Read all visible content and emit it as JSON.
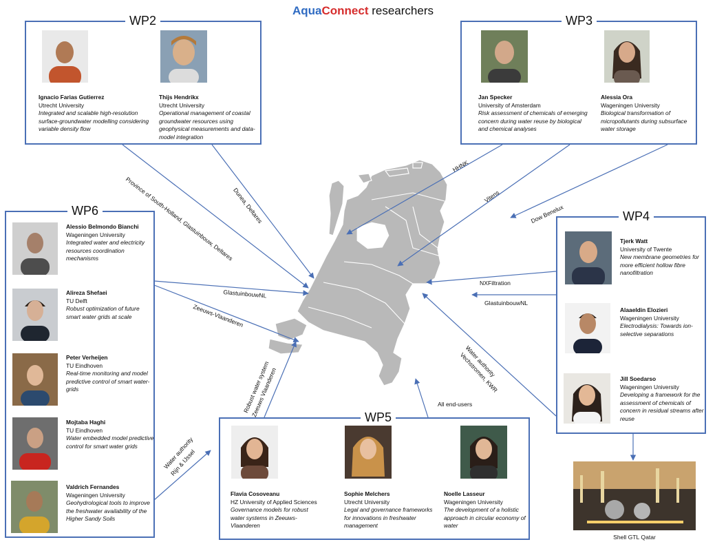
{
  "title": {
    "part1": "Aqua",
    "part2": "Connect",
    "part3": " researchers"
  },
  "colors": {
    "box_border": "#4a6fb5",
    "arrow": "#4a6fb5",
    "map": "#b9b9b9",
    "aqua": "#2f6bc2",
    "connect": "#d62d2d"
  },
  "wp2": {
    "label": "WP2",
    "people": [
      {
        "name": "Ignacio Farias Gutierrez",
        "org": "Utrecht University",
        "research": "Integrated and scalable high-resolution surface-groundwater modelling considering variable density flow"
      },
      {
        "name": "Thijs Hendrikx",
        "org": "Utrecht University",
        "research": "Operational management of coastal groundwater resources using geophysical measurements and data-model integration"
      }
    ]
  },
  "wp3": {
    "label": "WP3",
    "people": [
      {
        "name": "Jan Specker",
        "org": "University of Amsterdam",
        "research": "Risk assessment of chemicals of emerging concern during water reuse by biological and chemical analyses"
      },
      {
        "name": "Alessia Ora",
        "org": "Wageningen University",
        "research": "Biological transformation of micropollutants during subsurface water storage"
      }
    ]
  },
  "wp4": {
    "label": "WP4",
    "people": [
      {
        "name": "Tjerk Watt",
        "org": "University of Twente",
        "research": "New membrane geometries for more efficient hollow fibre nanofiltration"
      },
      {
        "name": "Alaaeldin Elozieri",
        "org": "Wageningen University",
        "research": "Electrodialysis: Towards ion-selective separations"
      },
      {
        "name": "Jill Soedarso",
        "org": "Wageningen University",
        "research": "Developing a framework for the assessment of chemicals of concern in residual streams after reuse"
      }
    ]
  },
  "wp5": {
    "label": "WP5",
    "people": [
      {
        "name": "Flavia Cosoveanu",
        "org": "HZ University of Applied Sciences",
        "research": "Governance models for robust water systems in Zeeuws-Vlaanderen"
      },
      {
        "name": "Sophie Melchers",
        "org": "Utrecht University",
        "research": "Legal and governance frameworks for innovations in freshwater management"
      },
      {
        "name": "Noelle Lasseur",
        "org": "Wageningen University",
        "research": "The development of a holistic approach in circular economy of water"
      }
    ]
  },
  "wp6": {
    "label": "WP6",
    "people": [
      {
        "name": "Alessio Belmondo Bianchi",
        "org": "Wageningen University",
        "research": "Integrated water and electricity resources coordination mechanisms"
      },
      {
        "name": "Alireza Shefaei",
        "org": "TU Delft",
        "research": "Robust optimization of future smart water grids at scale"
      },
      {
        "name": "Peter Verheijen",
        "org": "TU Eindhoven",
        "research": "Real-time monitoring and model predictive control of smart water-grids"
      },
      {
        "name": "Mojtaba Haghi",
        "org": "TU Eindhoven",
        "research": "Water embedded model predictive control for smart water grids"
      },
      {
        "name": "Valdrich Fernandes",
        "org": "Wageningen University",
        "research": "Geohydrological tools to improve the freshwater availability of the Higher Sandy Soils"
      }
    ]
  },
  "edges": {
    "province": "Province of South-Holland, Glastuinbouw, Deltares",
    "dunea": "Dunea, Deltares",
    "hhnk": "HHNK",
    "vitens": "Vitens",
    "dow": "Dow Benelux",
    "nxf": "NXFiltration",
    "glas_wp4": "GlastuinbouwNL",
    "glas_wp6": "GlastuinbouwNL",
    "zeeuws": "Zeeuws-Vlaanderen",
    "robust1": "Robust water system",
    "robust2": "Zeeuws Vlaanderen",
    "vech1": "Water authority",
    "vech2": "Vechstromen, KWR",
    "rijn1": "Water authority",
    "rijn2": "Rijn & IJssel",
    "endusers": "All end-users"
  },
  "shell": {
    "label": "Shell GTL Qatar"
  }
}
